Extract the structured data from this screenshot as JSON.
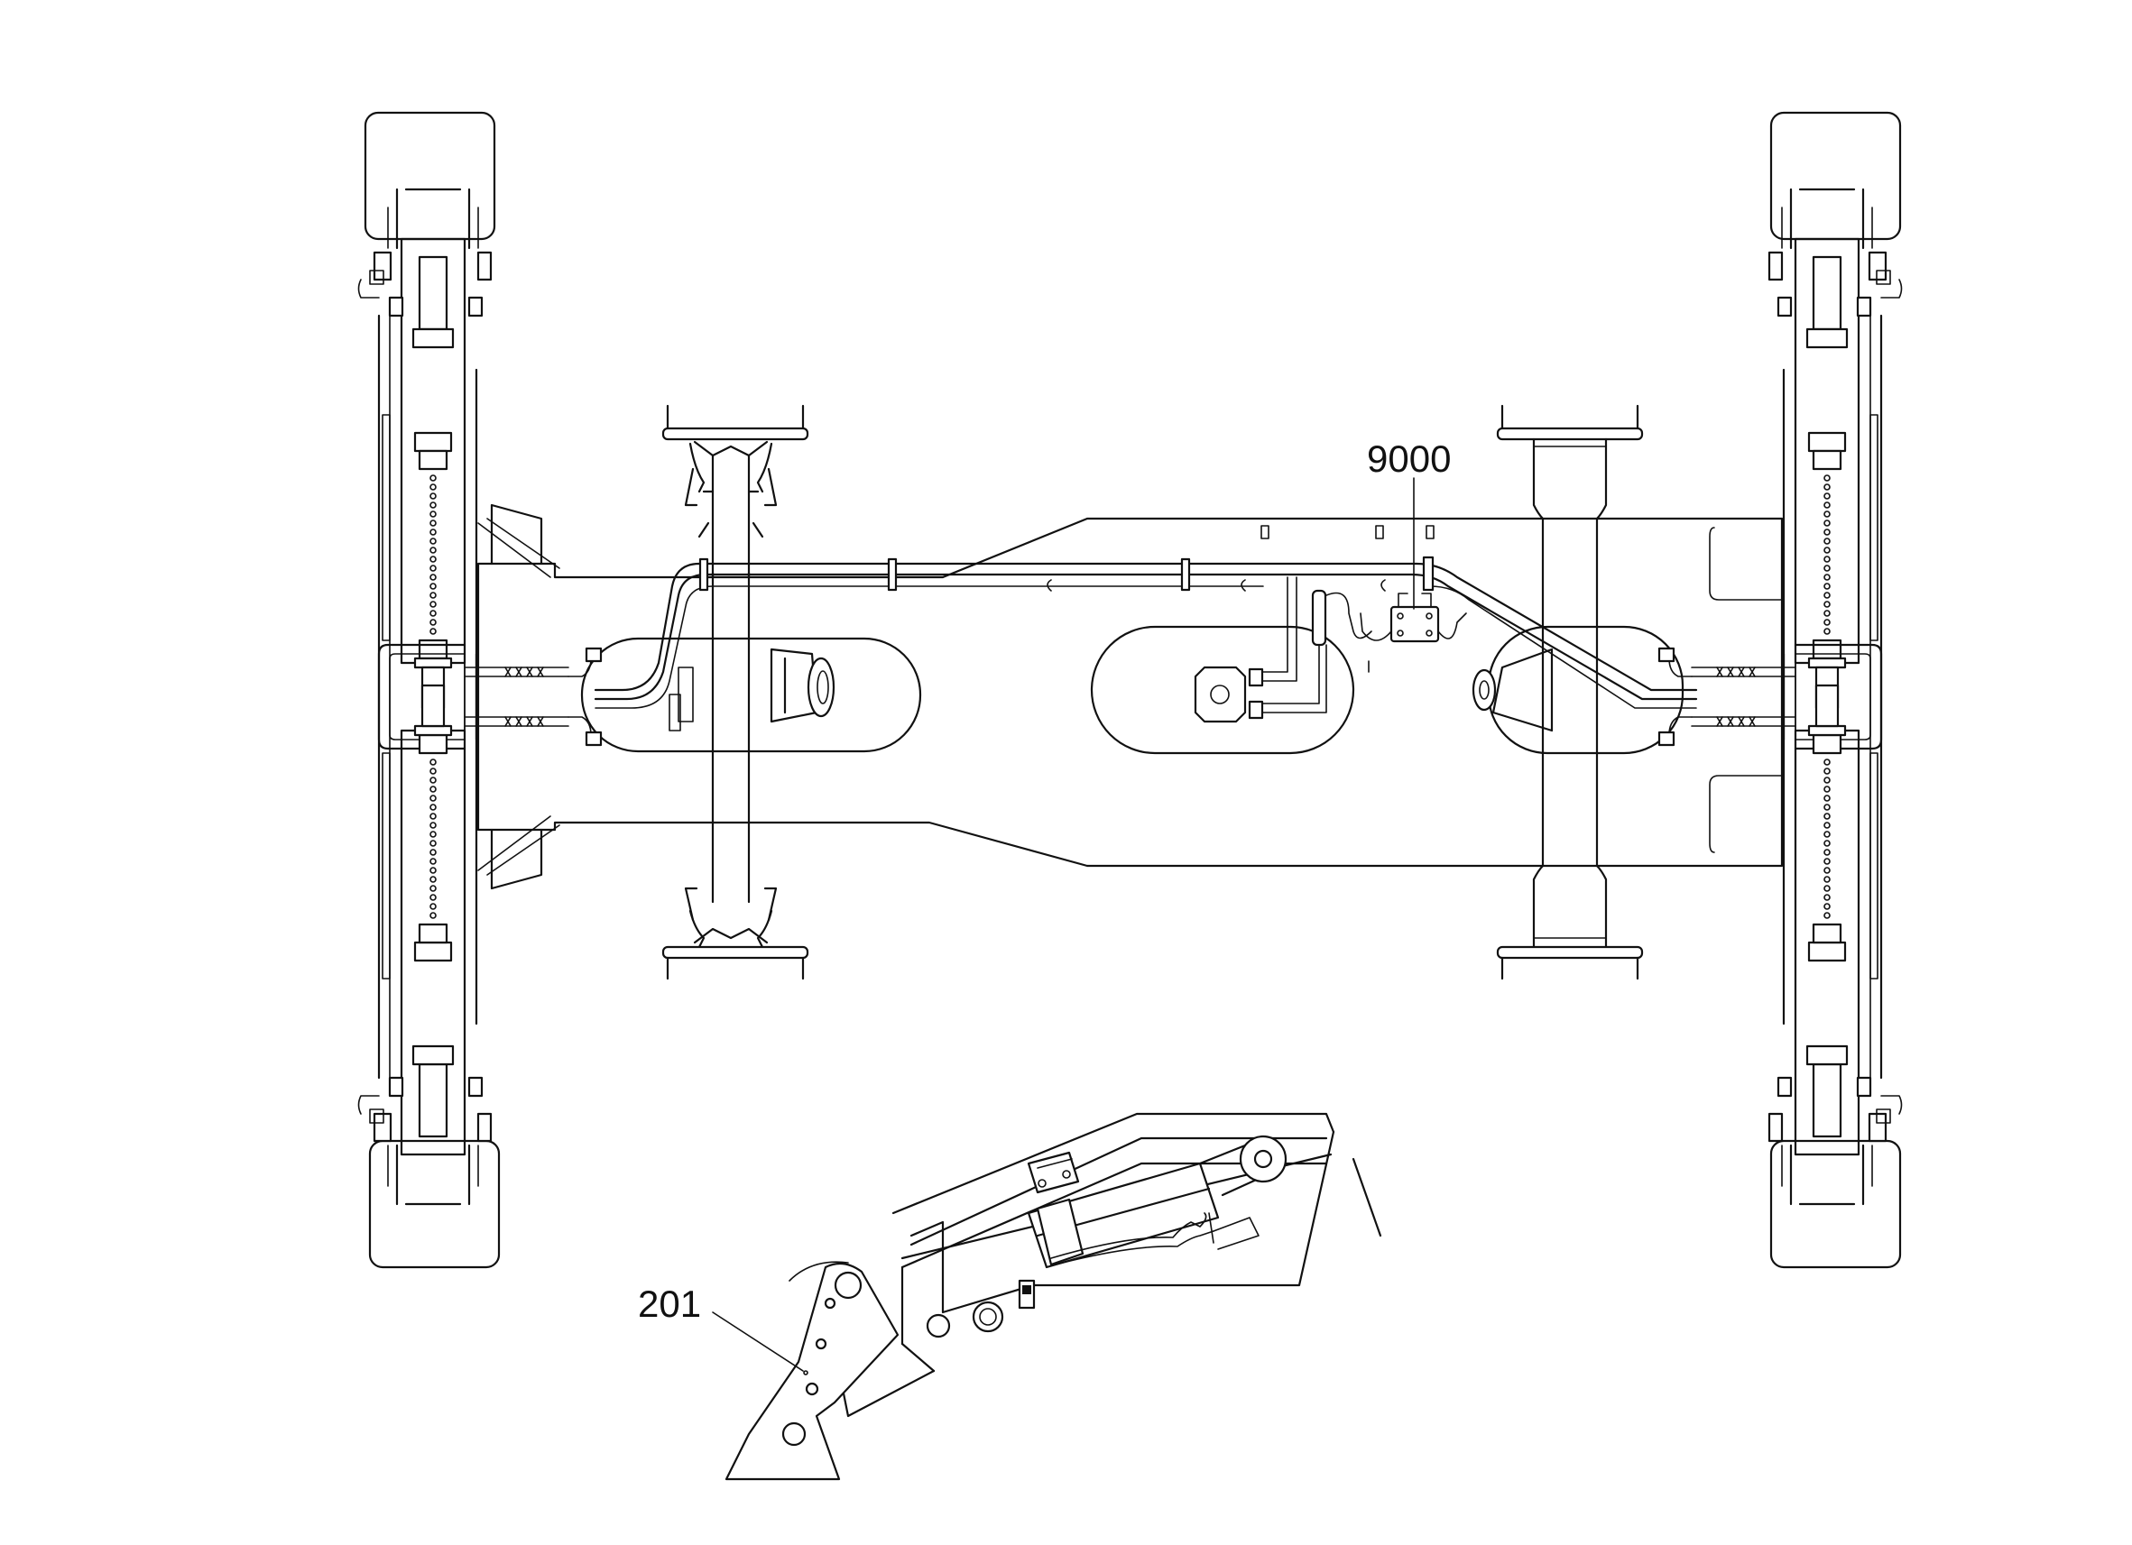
{
  "diagram": {
    "callouts": [
      {
        "id": "callout-9000",
        "label": "9000"
      },
      {
        "id": "callout-201",
        "label": "201"
      }
    ],
    "line_color": "#111111",
    "background": "#ffffff"
  }
}
